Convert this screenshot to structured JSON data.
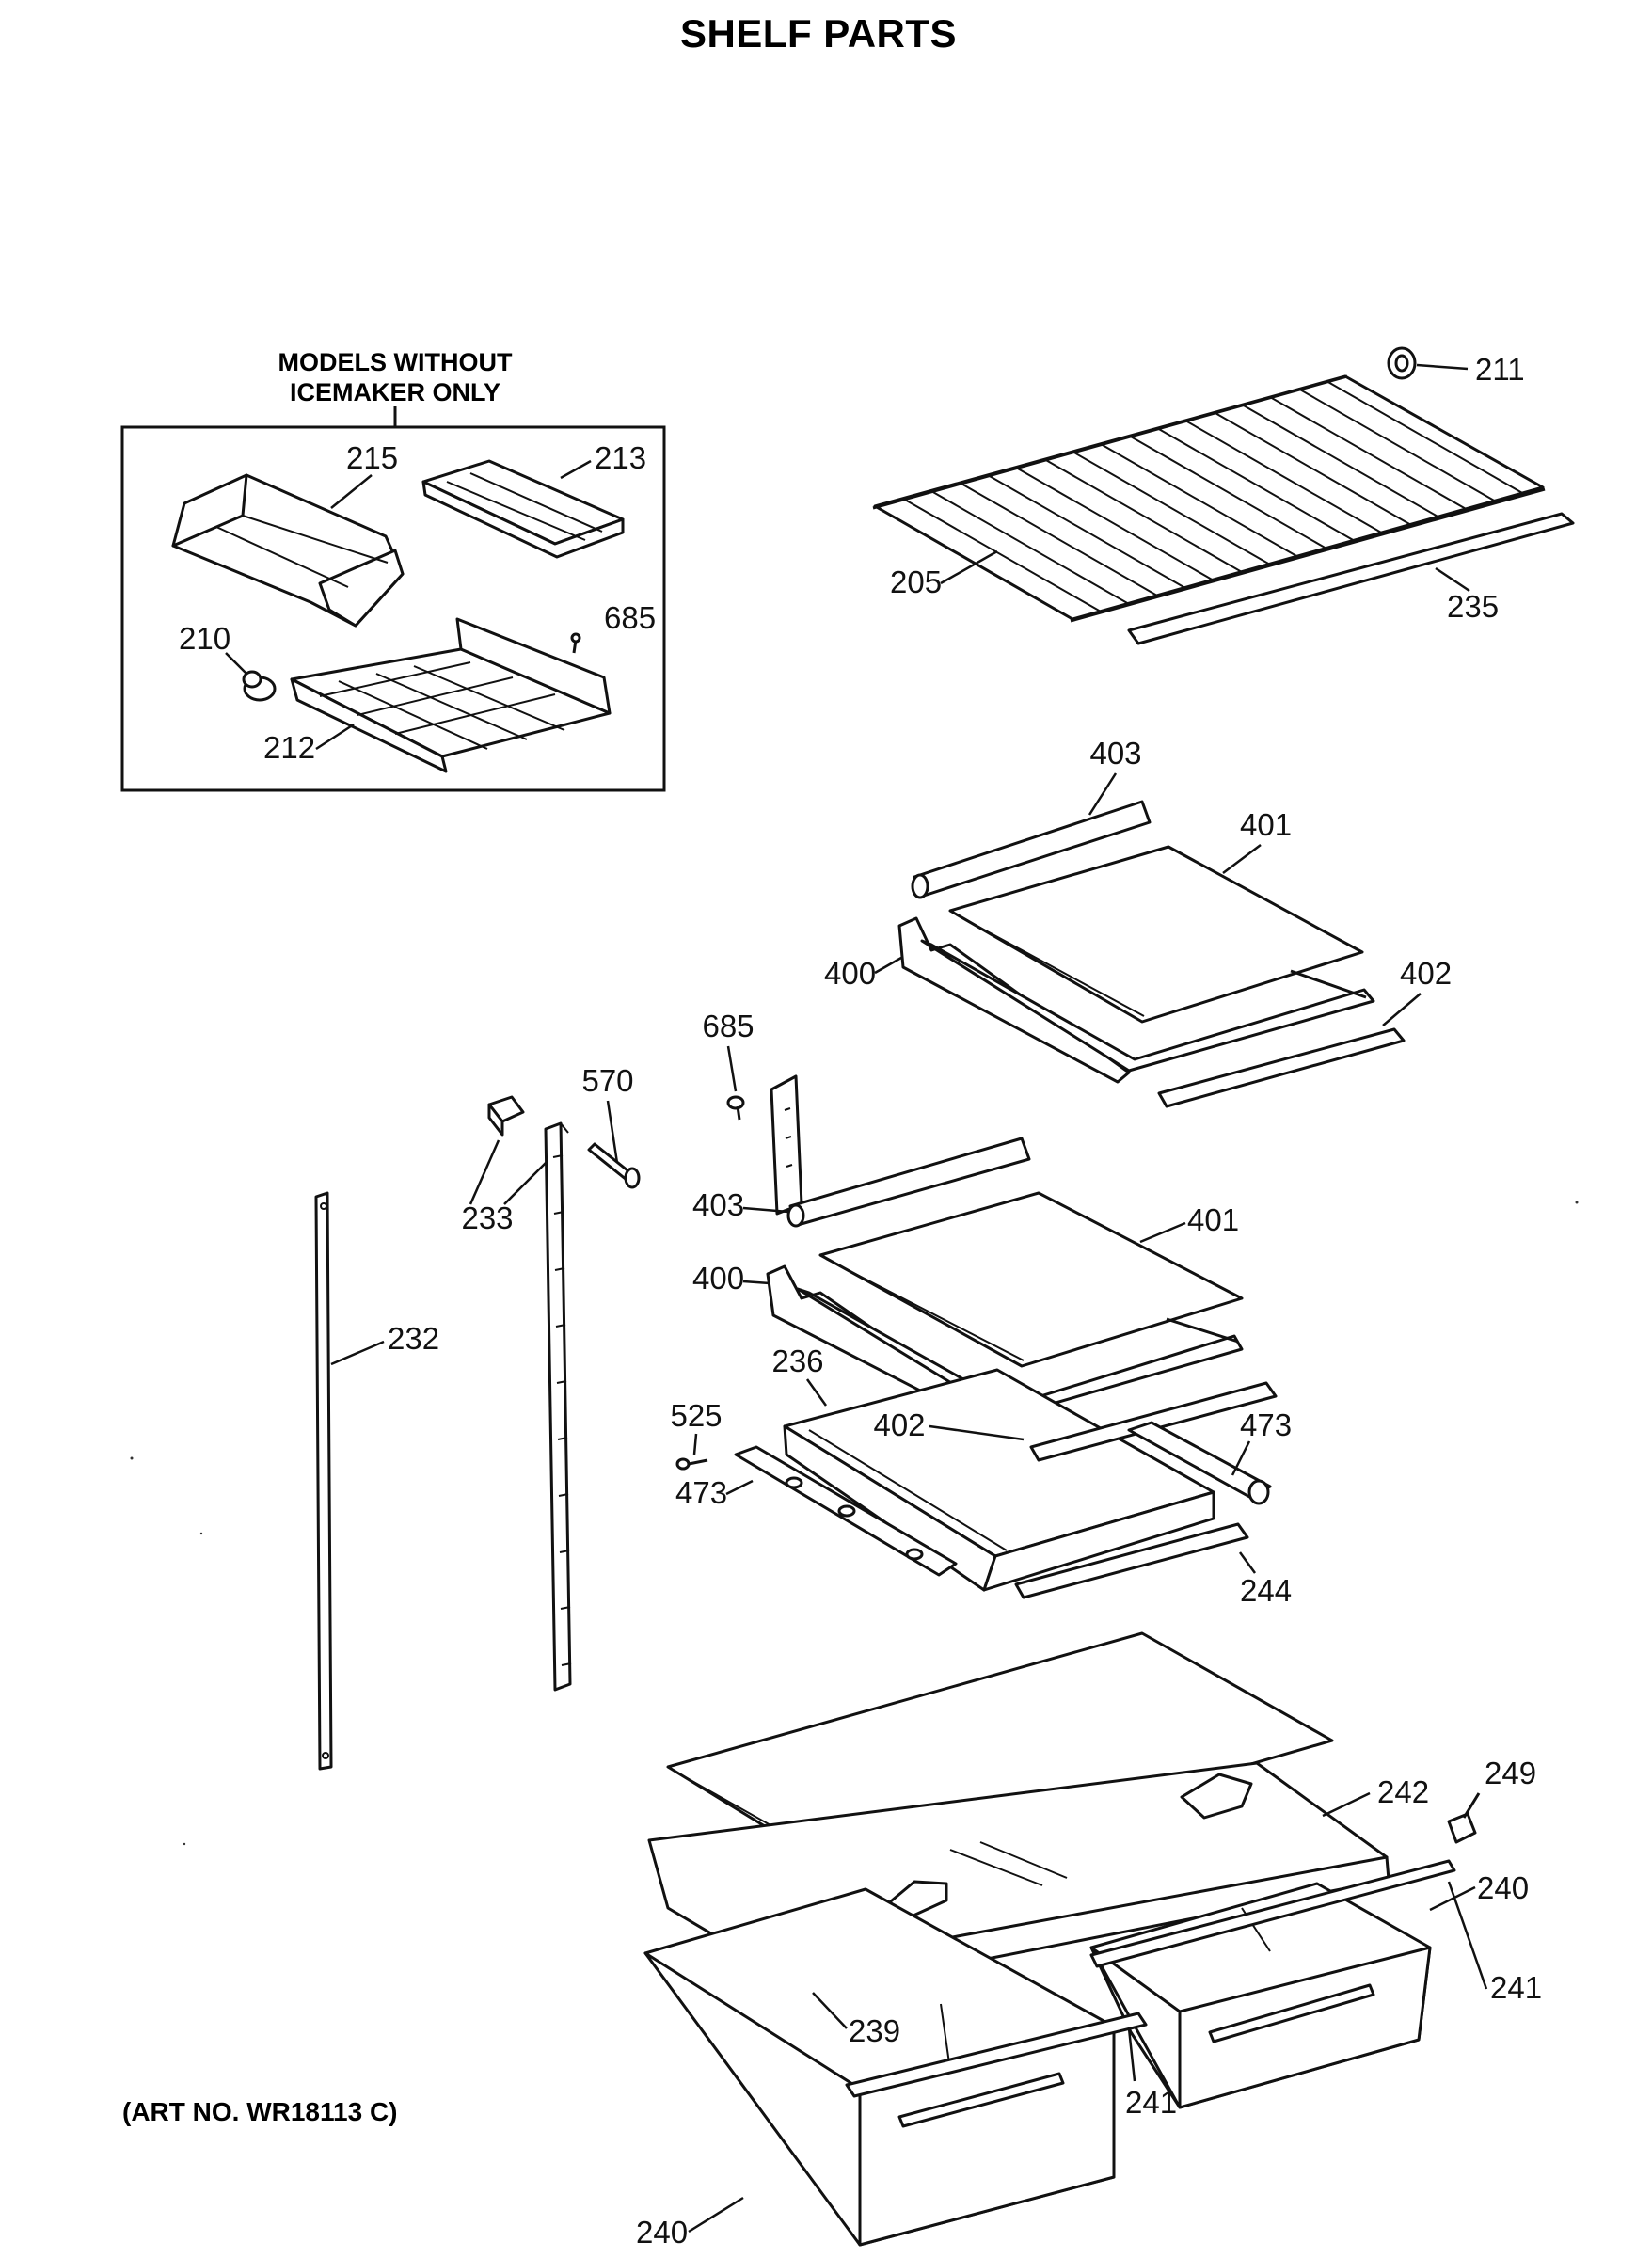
{
  "title": "SHELF PARTS",
  "inset": {
    "heading_line1": "MODELS WITHOUT",
    "heading_line2": "ICEMAKER ONLY"
  },
  "art_number": "(ART NO. WR18113 C)",
  "callouts": {
    "c215": "215",
    "c213": "213",
    "c210": "210",
    "c685a": "685",
    "c212": "212",
    "c211": "211",
    "c205": "205",
    "c235": "235",
    "c403a": "403",
    "c401a": "401",
    "c400a": "400",
    "c402a": "402",
    "c685b": "685",
    "c570": "570",
    "c233": "233",
    "c403b": "403",
    "c401b": "401",
    "c400b": "400",
    "c232": "232",
    "c236": "236",
    "c525": "525",
    "c402b": "402",
    "c473a": "473",
    "c473b": "473",
    "c244": "244",
    "c242": "242",
    "c249": "249",
    "c240a": "240",
    "c241a": "241",
    "c239": "239",
    "c241b": "241",
    "c240b": "240"
  }
}
